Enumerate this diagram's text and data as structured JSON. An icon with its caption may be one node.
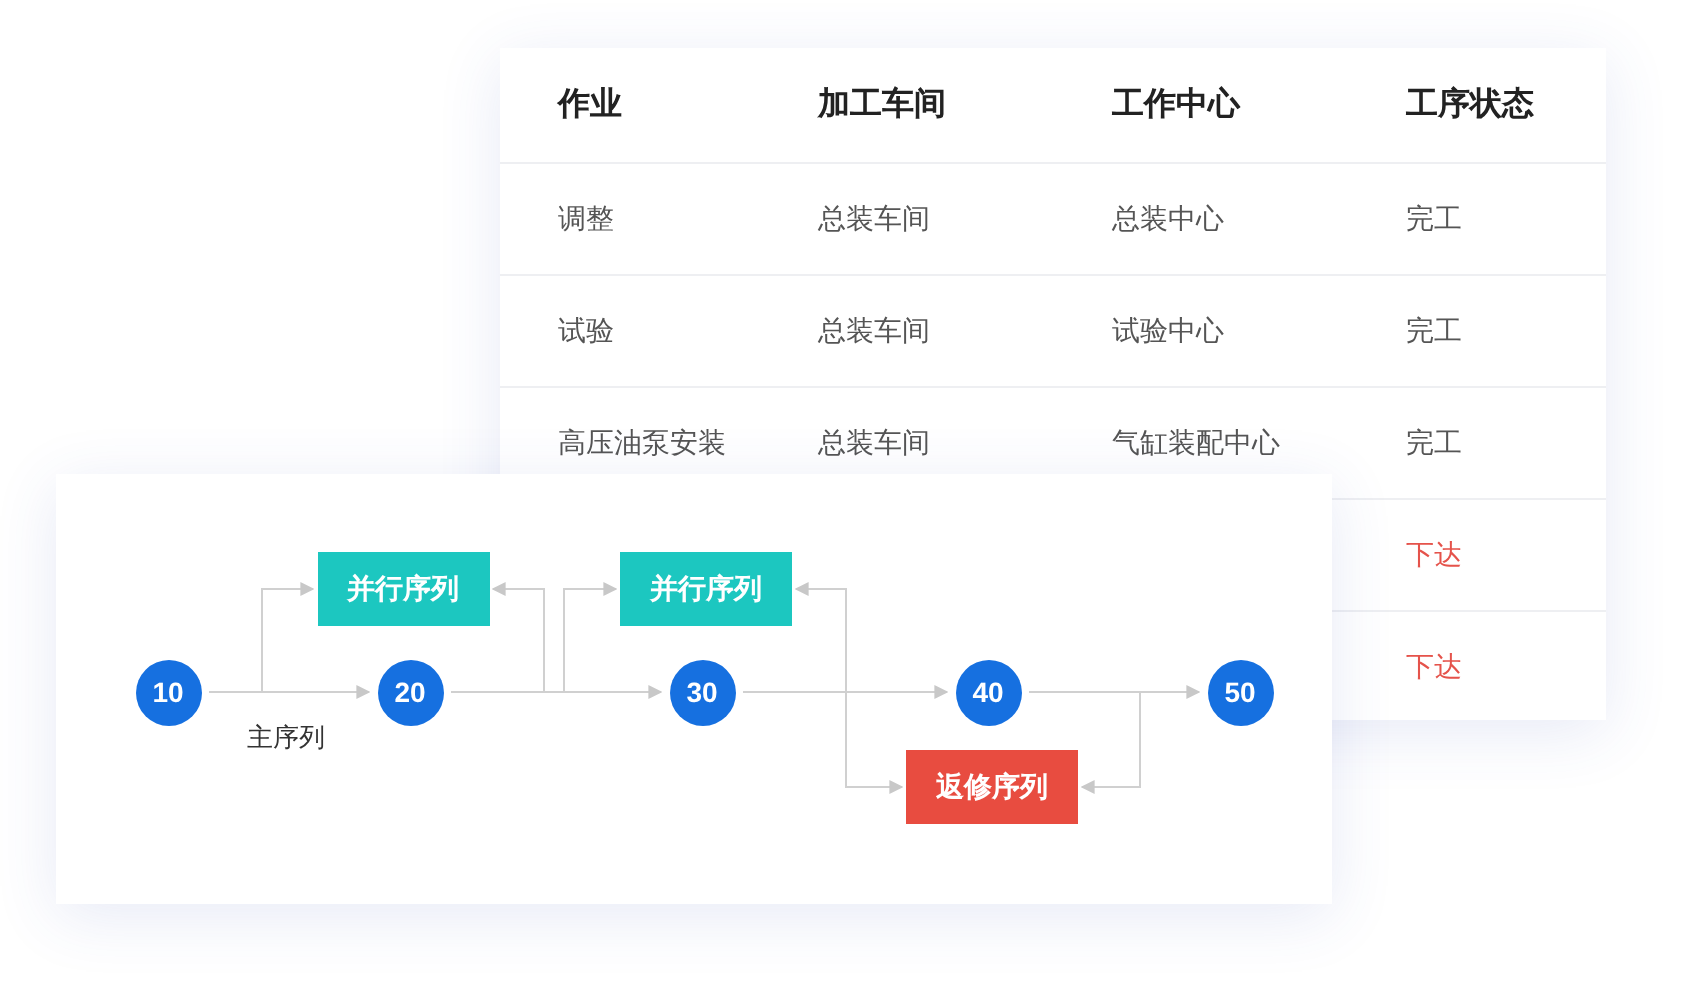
{
  "diagram": {
    "nodes": [
      {
        "text": [
          "10"
        ]
      },
      {
        "text": [
          "并行序列"
        ]
      },
      {
        "text": [
          "20"
        ]
      },
      {
        "text": [
          "并行序列"
        ]
      },
      {
        "text": [
          "30"
        ]
      },
      {
        "text": [
          "40"
        ]
      },
      {
        "text": [
          "返修序列"
        ]
      },
      {
        "text": [
          "50"
        ]
      }
    ],
    "edges": [
      {
        "from": 0,
        "to": 2,
        "arrow": "to",
        "label": "主序列"
      },
      {
        "from": 0,
        "to": 1,
        "arrow": "to"
      },
      {
        "from": 2,
        "to": 4,
        "arrow": "to"
      },
      {
        "from": 2,
        "to": 1,
        "arrow": "to"
      },
      {
        "from": 2,
        "to": 3,
        "arrow": "to"
      },
      {
        "from": 4,
        "to": 5,
        "arrow": "to"
      },
      {
        "from": 4,
        "to": 3,
        "arrow": "to"
      },
      {
        "from": 4,
        "to": 6,
        "arrow": "to"
      },
      {
        "from": 5,
        "to": 7,
        "arrow": "to"
      },
      {
        "from": 5,
        "to": 6,
        "arrow": "to"
      }
    ],
    "labels": [
      "作业",
      "加工车间",
      "工作中心",
      "工序状态",
      "调整",
      "总装车间",
      "总装中心",
      "完工",
      "试验",
      "总装车间",
      "试验中心",
      "完工",
      "高压油泵安装",
      "总装车间",
      "气缸装配中心",
      "完工",
      "下达",
      "下达"
    ]
  }
}
